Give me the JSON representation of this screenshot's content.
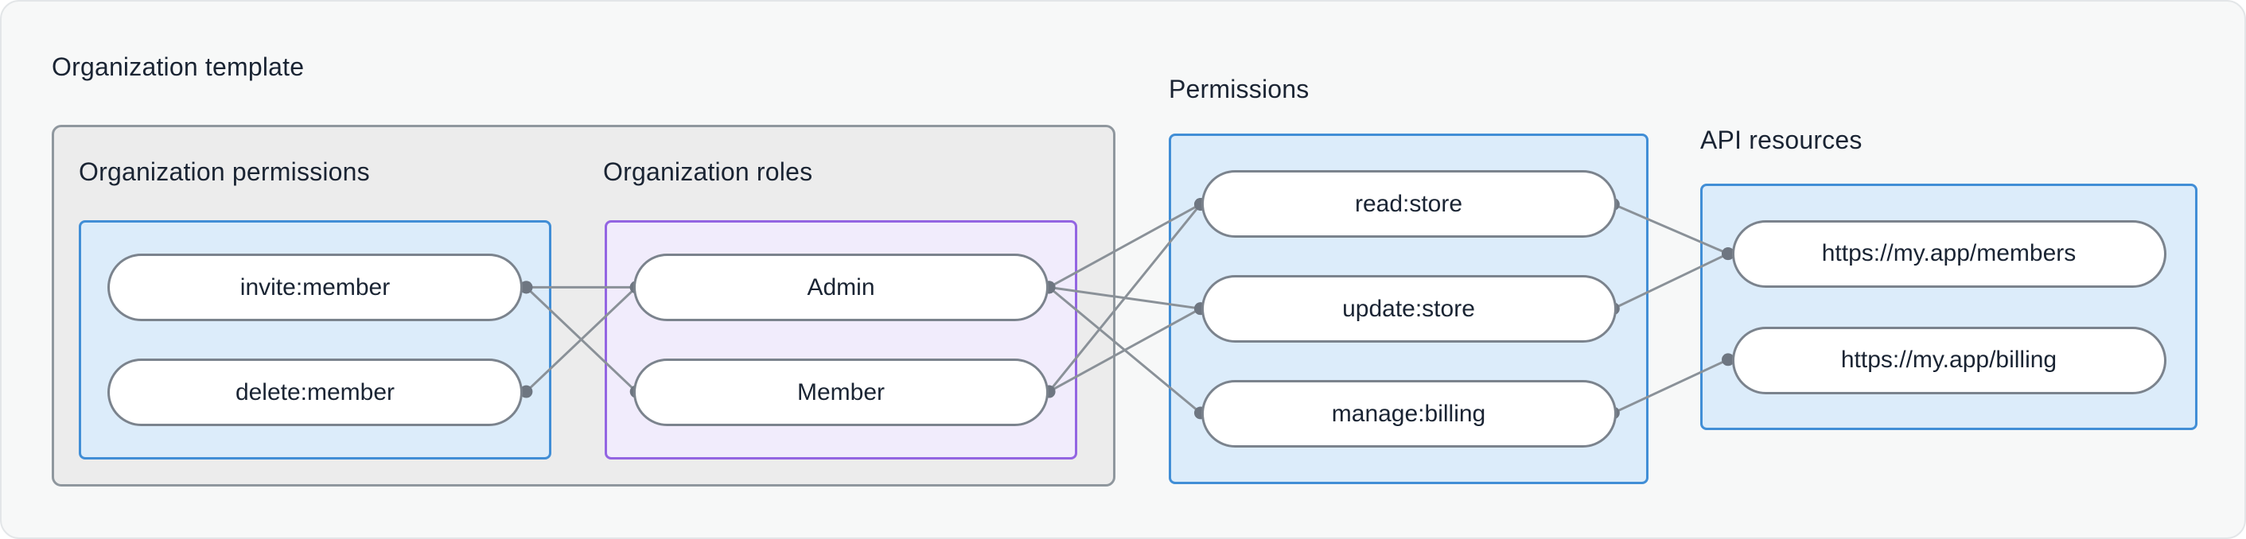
{
  "diagram": {
    "labels": {
      "org_template": "Organization template",
      "org_permissions": "Organization permissions",
      "org_roles": "Organization roles",
      "permissions": "Permissions",
      "api_resources": "API resources"
    },
    "nodes": {
      "invite": {
        "label": "invite:member"
      },
      "delete": {
        "label": "delete:member"
      },
      "admin": {
        "label": "Admin"
      },
      "member": {
        "label": "Member"
      },
      "read_store": {
        "label": "read:store"
      },
      "update_store": {
        "label": "update:store"
      },
      "manage_billing": {
        "label": "manage:billing"
      },
      "api_members": {
        "label": "https://my.app/members"
      },
      "api_billing": {
        "label": "https://my.app/billing"
      }
    },
    "edges": [
      {
        "from": "invite",
        "to": "admin"
      },
      {
        "from": "invite",
        "to": "member"
      },
      {
        "from": "delete",
        "to": "admin"
      },
      {
        "from": "admin",
        "to": "read_store"
      },
      {
        "from": "admin",
        "to": "update_store"
      },
      {
        "from": "admin",
        "to": "manage_billing"
      },
      {
        "from": "member",
        "to": "read_store"
      },
      {
        "from": "member",
        "to": "update_store"
      },
      {
        "from": "read_store",
        "to": "api_members"
      },
      {
        "from": "update_store",
        "to": "api_members"
      },
      {
        "from": "manage_billing",
        "to": "api_billing"
      }
    ],
    "colors": {
      "edge": "#8a9198",
      "dot": "#6e7681",
      "blue_border": "#418ed6",
      "blue_fill": "#dcecfa",
      "purple_border": "#9365e2",
      "purple_fill": "#f1ecfc",
      "gray_fill": "#ececec",
      "gray_border": "#8f979e",
      "pill_border": "#7b838d",
      "text": "#1a2433"
    }
  }
}
